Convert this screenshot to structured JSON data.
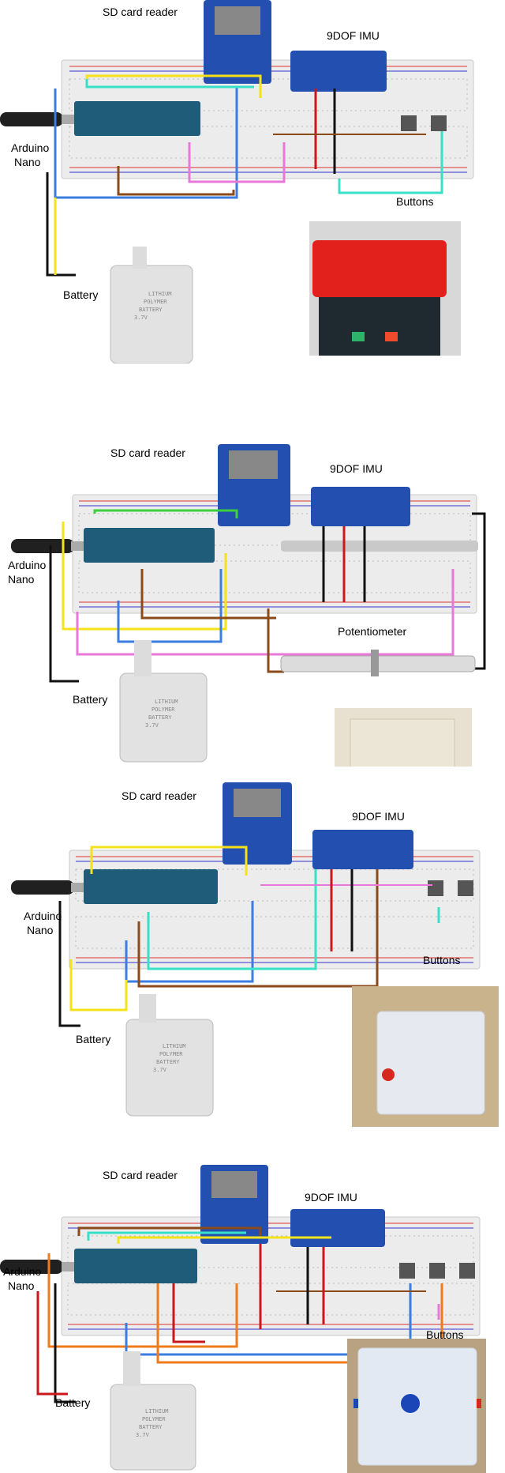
{
  "panels": [
    {
      "sd_label": "SD card reader",
      "imu_label": "9DOF IMU",
      "arduino_label": "Arduino",
      "nano_label": "Nano",
      "battery_label": "Battery",
      "input_label": "Buttons",
      "box_colors": {
        "lid": "#e3211c",
        "body": "#1f2a30"
      },
      "battery_text": [
        "LITHIUM",
        "POLYMER",
        "BATTERY",
        "3.7V"
      ]
    },
    {
      "sd_label": "SD card reader",
      "imu_label": "9DOF IMU",
      "arduino_label": "Arduino",
      "nano_label": "Nano",
      "battery_label": "Battery",
      "input_label": "Potentiometer",
      "box_colors": {
        "lid": "#f3efe4",
        "body": "#ece6d6"
      },
      "battery_text": [
        "LITHIUM",
        "POLYMER",
        "BATTERY",
        "3.7V"
      ]
    },
    {
      "sd_label": "SD card reader",
      "imu_label": "9DOF IMU",
      "arduino_label": "Arduino",
      "nano_label": "Nano",
      "battery_label": "Battery",
      "input_label": "Buttons",
      "box_colors": {
        "lid": "#f2f3f5",
        "body": "#e6e9ef"
      },
      "battery_text": [
        "LITHIUM",
        "POLYMER",
        "BATTERY",
        "3.7V"
      ]
    },
    {
      "sd_label": "SD card reader",
      "imu_label": "9DOF IMU",
      "arduino_label": "Arduino",
      "nano_label": "Nano",
      "battery_label": "Battery",
      "input_label": "Buttons",
      "box_colors": {
        "lid": "#eef2f8",
        "body": "#e3e9f3"
      },
      "battery_text": [
        "LITHIUM",
        "POLYMER",
        "BATTERY",
        "3.7V"
      ]
    }
  ],
  "wire_colors": {
    "yellow": "#f4e21a",
    "blue": "#3b7de0",
    "cyan": "#39e0c8",
    "pink": "#e879d8",
    "green": "#3ecf3e",
    "brown": "#8a4a1a",
    "red": "#c8181e",
    "black": "#111111",
    "orange": "#f07b1a"
  },
  "component_colors": {
    "board": "#1f5c7a",
    "sd_module": "#2350b0",
    "imu_module": "#2350b0",
    "breadboard": "#ececec"
  }
}
